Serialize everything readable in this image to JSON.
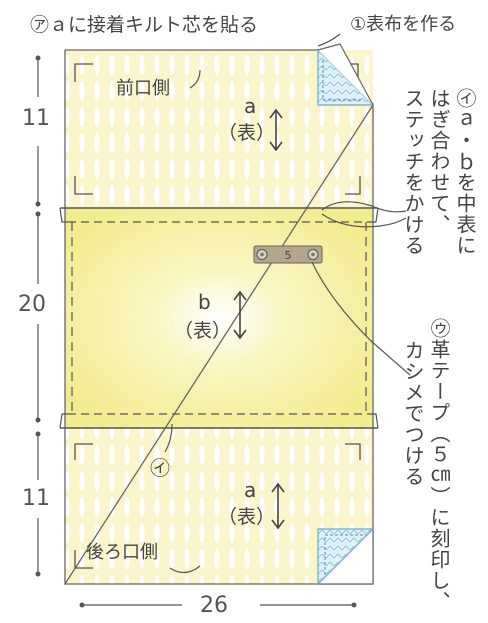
{
  "header": {
    "step_label": "①表布を作る",
    "note_a": "㋐ａに接着キルト芯を貼る"
  },
  "panels": {
    "top": {
      "edge_label": "前口側",
      "part": "a",
      "side": "（表）"
    },
    "middle": {
      "part": "b",
      "side": "（表）"
    },
    "bottom": {
      "edge_label": "後ろ口側",
      "part": "a",
      "side": "（表）"
    }
  },
  "notes": {
    "i_col1": "㋑ａ・ｂを中表に",
    "i_col2": "はぎ合わせて、",
    "i_col3": "ステッチをかける",
    "u_col1": "㋒革テープ（５㎝）に刻印し、",
    "u_col2": "カシメでつける",
    "i_marker": "㋑",
    "tape_stamp": "5"
  },
  "dimensions": {
    "top": "11",
    "middle": "20",
    "bottom": "11",
    "width": "26"
  },
  "colors": {
    "fabric_base": "#fbf6d2",
    "fabric_glow": "#f6f09a",
    "stripe": "#ffffff",
    "lining": "#8fc6dd",
    "tape": "#a89a84",
    "line": "#555555"
  }
}
